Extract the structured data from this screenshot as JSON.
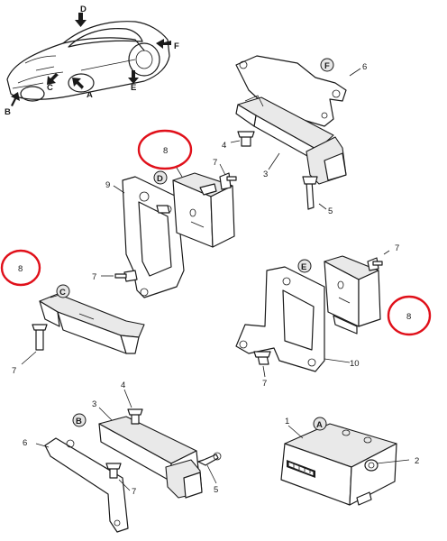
{
  "callouts": {
    "n1": "1",
    "n2": "2",
    "n3": "3",
    "n4": "4",
    "n5": "5",
    "n6": "6",
    "n7": "7",
    "n8": "8",
    "n9": "9",
    "n10": "10"
  },
  "views": {
    "A": "A",
    "B": "B",
    "C": "C",
    "D": "D",
    "E": "E",
    "F": "F"
  },
  "colors": {
    "highlight": "#e0101a",
    "line": "#1a1a1a",
    "badge": "#e6e6e6"
  }
}
